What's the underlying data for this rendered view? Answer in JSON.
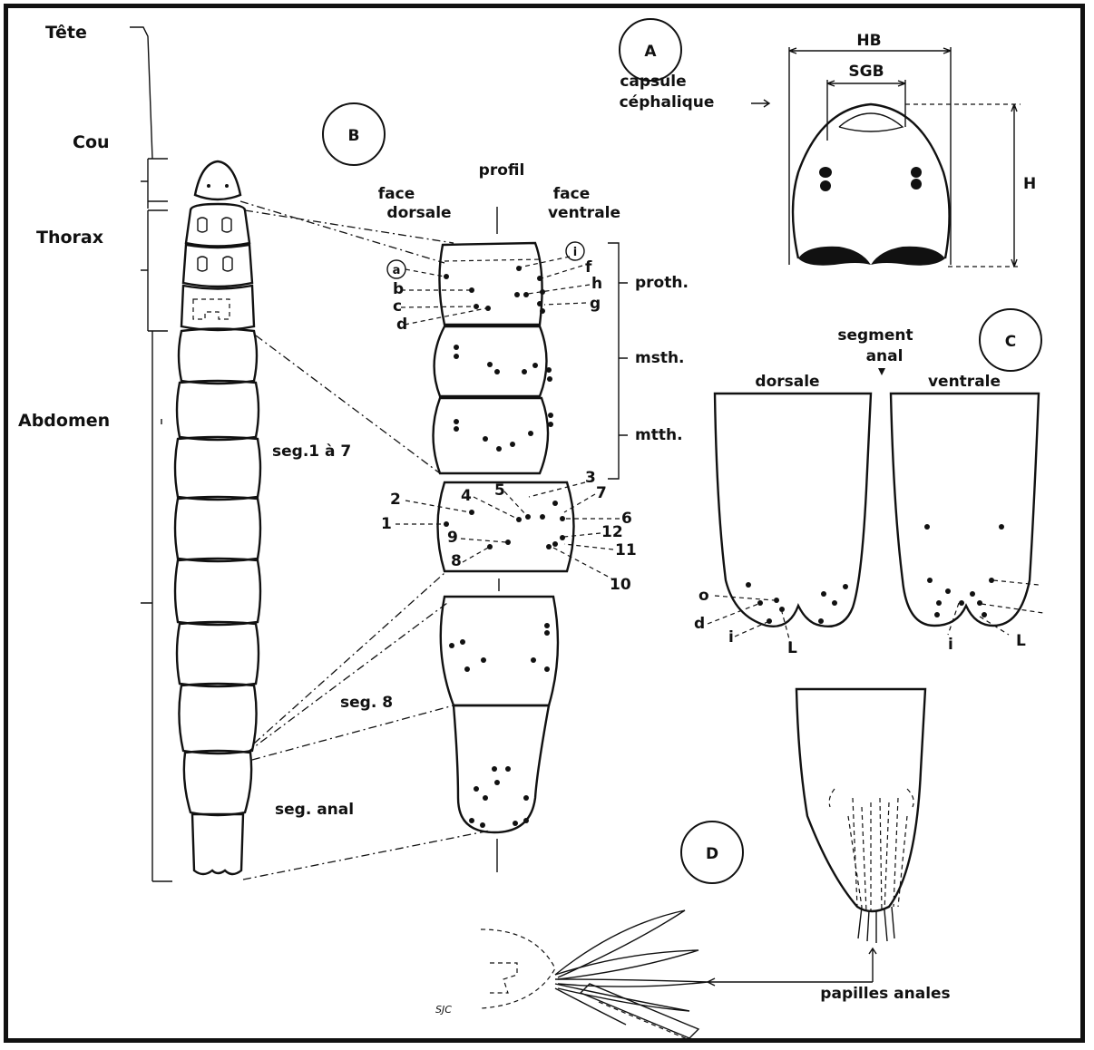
{
  "side_labels": {
    "head": "Tête",
    "neck": "Cou",
    "thorax": "Thorax",
    "abdomen": "Abdomen"
  },
  "panels": {
    "a": "A",
    "b": "B",
    "c": "C",
    "d": "D"
  },
  "panel_a": {
    "capsule_line1": "capsule",
    "capsule_line2": "céphalique",
    "hb": "HB",
    "sgb": "SGB",
    "h": "H"
  },
  "panel_b": {
    "profil": "profil",
    "face_dorsale_1": "face",
    "face_dorsale_2": "dorsale",
    "face_ventrale_1": "face",
    "face_ventrale_2": "ventrale",
    "proth": "proth.",
    "msth": "msth.",
    "mtth": "mtth.",
    "seg_1_7": "seg.1 à 7",
    "seg_8": "seg. 8",
    "seg_anal": "seg. anal",
    "setae_letters": {
      "a": "a",
      "i": "i",
      "b": "b",
      "c": "c",
      "d": "d",
      "f": "f",
      "h": "h",
      "g": "g"
    },
    "setae_numbers": [
      "1",
      "2",
      "3",
      "4",
      "5",
      "6",
      "7",
      "8",
      "9",
      "10",
      "11",
      "12"
    ]
  },
  "panel_c": {
    "segment_1": "segment",
    "segment_2": "anal",
    "dorsale": "dorsale",
    "ventrale": "ventrale",
    "o": "o",
    "d": "d",
    "i_left": "i",
    "l_left": "L",
    "i_right": "i",
    "l_right": "L"
  },
  "panel_d": {
    "papilles": "papilles anales",
    "signature": "SJC"
  }
}
